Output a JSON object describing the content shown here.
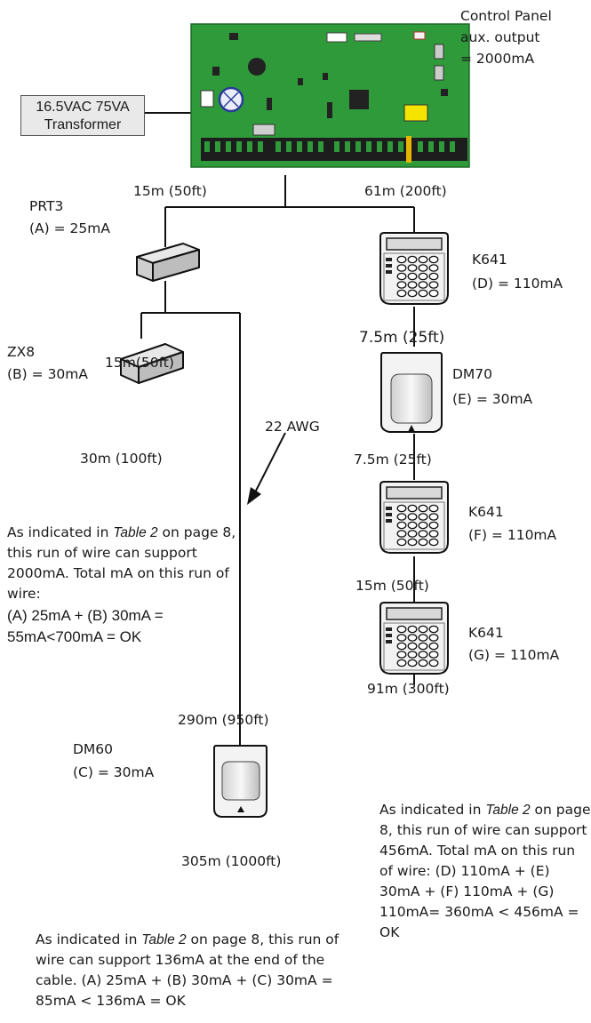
{
  "control_panel": {
    "label": "Control Panel\naux. output\n= 2000mA"
  },
  "transformer": {
    "line1": "16.5VAC 75VA",
    "line2": "Transformer"
  },
  "wire_labels": {
    "panel_left": "15m (50ft)",
    "panel_right": "61m (200ft)",
    "zx8_run": "15m(50ft)",
    "left_30m": "30m (100ft)",
    "k641_dm70": "7.5m (25ft)",
    "dm70_k641": "7.5m (25ft)",
    "k641_k641": "15m (50ft)",
    "right_end": "91m (300ft)",
    "left_290": "290m (950ft)",
    "left_305": "305m (1000ft)",
    "gauge": "22 AWG"
  },
  "devices": {
    "prt3": {
      "name": "PRT3",
      "current": "(A) = 25mA"
    },
    "zx8": {
      "name": "ZX8",
      "current": "(B) = 30mA"
    },
    "dm60": {
      "name": "DM60",
      "current": "(C) = 30mA"
    },
    "k641_d": {
      "name": "K641",
      "current": "(D) = 110mA"
    },
    "dm70": {
      "name": "DM70",
      "current": "(E) = 30mA"
    },
    "k641_f": {
      "name": "K641",
      "current": "(F) = 110mA"
    },
    "k641_g": {
      "name": "K641",
      "current": "(G) = 110mA"
    }
  },
  "notes": {
    "left_mid": {
      "pre": "As indicated in ",
      "italic": "Table 2",
      "post": " on page 8, this run of wire can support 2000mA. Total mA on this run of wire:",
      "calc": "(A) 25mA + (B) 30mA =\n55mA<700mA = OK"
    },
    "left_bottom": {
      "pre": "As indicated in ",
      "italic": "Table 2",
      "post": " on page 8, this run of wire can support 136mA at the end of the cable.  (A) 25mA + (B) 30mA + (C) 30mA = 85mA < 136mA = OK"
    },
    "right_bottom": {
      "pre": "As indicated in ",
      "italic": "Table 2",
      "post": " on page 8, this run of wire can support 456mA. Total mA on this run of wire: (D) 110mA + (E) 30mA + (F) 110mA + (G) 110mA= 360mA < 456mA = OK"
    }
  }
}
